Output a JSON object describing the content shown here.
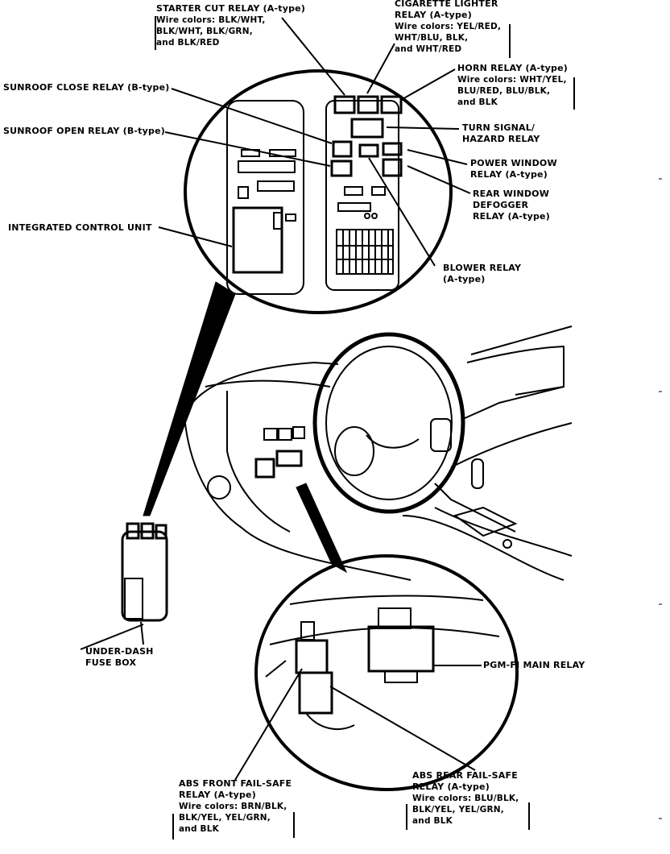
{
  "labels": {
    "starter_cut": {
      "title": "STARTER CUT RELAY (A-type)",
      "wires": [
        "Wire colors: BLK/WHT,",
        "BLK/WHT, BLK/GRN,",
        "and BLK/RED"
      ]
    },
    "cig_lighter": {
      "title1": "CIGARETTE LIGHTER",
      "title2": "RELAY (A-type)",
      "wires": [
        "Wire colors: YEL/RED,",
        "WHT/BLU, BLK,",
        "and WHT/RED"
      ]
    },
    "horn": {
      "title": "HORN RELAY (A-type)",
      "wires": [
        "Wire colors: WHT/YEL,",
        "BLU/RED, BLU/BLK,",
        "and BLK"
      ]
    },
    "sunroof_close": "SUNROOF CLOSE RELAY (B-type)",
    "sunroof_open": "SUNROOF OPEN RELAY (B-type)",
    "turn_signal": [
      "TURN SIGNAL/",
      "HAZARD RELAY"
    ],
    "power_window": [
      "POWER WINDOW",
      "RELAY (A-type)"
    ],
    "rear_defogger": [
      "REAR WINDOW",
      "DEFOGGER",
      "RELAY (A-type)"
    ],
    "integrated_control": "INTEGRATED CONTROL UNIT",
    "blower": [
      "BLOWER RELAY",
      "(A-type)"
    ],
    "under_dash": [
      "UNDER-DASH",
      "FUSE BOX"
    ],
    "pgm_fi": "PGM-FI MAIN RELAY",
    "abs_front": {
      "title1": "ABS FRONT FAIL-SAFE",
      "title2": "RELAY (A-type)",
      "wires": [
        "Wire colors: BRN/BLK,",
        "BLK/YEL, YEL/GRN,",
        "and BLK"
      ]
    },
    "abs_rear": {
      "title1": "ABS REAR FAIL-SAFE",
      "title2": "RELAY (A-type)",
      "wires": [
        "Wire colors: BLU/BLK,",
        "BLK/YEL, YEL/GRN,",
        "and BLK"
      ]
    }
  },
  "colors": {
    "ink": "#000000",
    "paper": "#ffffff"
  }
}
